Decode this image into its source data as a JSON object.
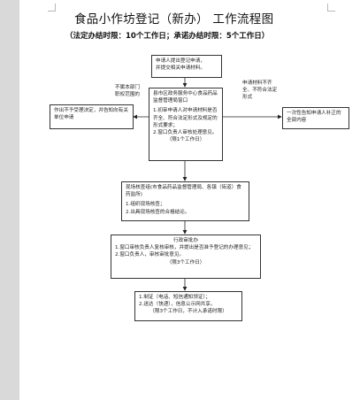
{
  "title": "食品小作坊登记（新办）   工作流程图",
  "subtitle": "（法定办结时限：10个工作日；承诺办结时限：5个工作日）",
  "steps": {
    "apply": {
      "lines": [
        "申请人提出登记申请，",
        "并提交相关申请材料。"
      ]
    },
    "accept": {
      "heading": "县市区政务服务中心食品药品监督管理局窗口",
      "lines": [
        "1.初审申请人对申请材料是否齐全、符合法定形式及规定的形式要求；",
        "2.窗口负责人审核处理意见。"
      ],
      "time": "（限1个工作日）"
    },
    "reject": {
      "lines": [
        "一次性告知申请人补正的全部内容"
      ]
    },
    "inform": {
      "lines": [
        "作出不予受理决定，并告知向有关单位申请"
      ]
    },
    "inspect": {
      "heading": "现场核查组(市食品药品监督管理局、各镇（街道）食药监所)",
      "lines": [
        "1.组织现场核查；",
        "2.出具现场核查的合格结论。"
      ]
    },
    "approve": {
      "heading": "行政审批办",
      "lines": [
        "1.窗口审核负责人复核审核，并提出是否准予登记的办理意见；",
        "2.窗口负责人，审核审批意见。"
      ],
      "time": "（限3个工作日）"
    },
    "issue": {
      "lines": [
        "1.制证（电话、短信通知领证）；",
        "2.送达（快递），信息公示网共享。"
      ],
      "time": "（限3个工作日，不计入承诺时限）"
    }
  },
  "notes": {
    "left": [
      "不属本部门",
      "职权范围的"
    ],
    "right": [
      "申请材料不齐",
      "全、不符合法定",
      "形式"
    ]
  }
}
